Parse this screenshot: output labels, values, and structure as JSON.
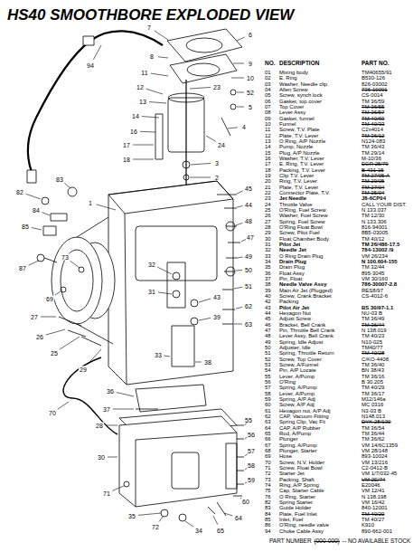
{
  "diagram": {
    "title": "HS40 SMOOTHBORE EXPLODED VIEW",
    "labels": [
      "NO.",
      "DESCRIPTION",
      "PART NO.",
      "01",
      "Mixing body",
      "TM40655/91",
      "02",
      "E. Ring",
      "B530-126",
      "03",
      "Washer, Needle clip",
      "826-03002",
      "04",
      "Allen Screw",
      "736-19001",
      "05",
      "Screw, synch lock",
      "CS-0014",
      "06",
      "Gasket, top cover",
      "TM 36/59",
      "07",
      "Top Cover",
      "TM 36/55",
      "08",
      "Lever Assy",
      "TM 36/57",
      "09",
      "Gasket, funnel",
      "TM 40/69",
      "10",
      "Funnel",
      "TM 40/33",
      "11",
      "Screw, T.V. Plate",
      "C2x4014",
      "12",
      "Plate, T.V. Lever",
      "TM 36/12",
      "13",
      "O Ring, A/P Nozzle",
      "N124-083",
      "14",
      "Pump, Nozzle",
      "TM 36/43",
      "15",
      "Plug, A/P Nozzle",
      "TM 29/14",
      "16",
      "Washer, T.V. Lever",
      "M-10/36",
      "17",
      "E. Ring, T.V. Lever",
      "EGR 25/79",
      "18",
      "Packing, T.V. Lever",
      "B-431-15",
      "19",
      "Clip T.V. Lever",
      "TM 27/05-A",
      "20",
      "Ring, T.V. Lever",
      "TM 29/05",
      "21",
      "Plate, T.V. Lever",
      "TM 27/04",
      "22",
      "Connector Plate, T.V.",
      "TM 35/04",
      "23",
      "Jet Needle",
      "J8-6CP04",
      "24",
      "Throttle Valve",
      "CALL YOUR DIST.",
      "25",
      "O'Ring, Fuel Screw",
      "N 133.037",
      "26",
      "Washer, Fuel Screw",
      "TM 12/30",
      "27",
      "Spring, Fuel Screw",
      "N 133.306",
      "28",
      "O'Ring Float Bowl",
      "816-94001",
      "29",
      "Screw, Pilot Fuel",
      "8B5-03005",
      "30",
      "Float Chamber Body",
      "TM 40/12",
      "31",
      "Pilot Jet",
      "TM 26/486-17.5",
      "32",
      "Needle Jet",
      "784-13002 /9",
      "33",
      "O Ring Drain Plug",
      "VM 26/234",
      "34",
      "Drain Plug",
      "N 100.604-155",
      "35",
      "Drain Plug",
      "TM 32/44",
      "36",
      "Float Assy",
      "895-3045",
      "37",
      "Pin, Float",
      "VM 30/160",
      "38",
      "Needle Valve Assy",
      "786-30007-2.8",
      "39",
      "Main Air Jet (Plugged)",
      "RES8/97",
      "40",
      "Screw, Crank Bracket",
      "CS-4012-6",
      "42",
      "Packing",
      "43",
      "Pilot Air Jet",
      "BS 30/97-1.1",
      "44",
      "Hexagon Nut",
      "NU-03 B",
      "45",
      "Adjust Screw",
      "TM 36/49",
      "46",
      "Bracket, Bell Crank",
      "TM 36/44",
      "47",
      "Pin, Throttle Bell Crank",
      "N 138.019",
      "48",
      "Lever Assy, Bell Crank",
      "TM 40/23",
      "49",
      "Spring, Idle Adjust",
      "N10-025",
      "50",
      "Adjuster, Idle",
      "TM40/77",
      "51",
      "Spring, Throttle Return",
      "TM 40/28",
      "52",
      "Screw, Top Cover",
      "C/KO-4408",
      "53",
      "Screw, A/Funnel",
      "TM 36/40",
      "54",
      "Pin, A/P Locate",
      "BN 38/43",
      "55",
      "Lever, A/Pump",
      "TM 36/16",
      "56",
      "O'Ring",
      "B 30.205",
      "57",
      "Spring, A/Pump",
      "TM 40/29",
      "58",
      "Lever, A/Pump",
      "TM 36/17",
      "59",
      "Spring, A/P Adj",
      "M12/146a",
      "60",
      "Screw, A/P Adj",
      "MC 0316",
      "61",
      "Hexagon nut, A/P Adj",
      "N3-03 B",
      "62",
      "CAP, Vacuum Fitting",
      "N148.013",
      "63",
      "Spring Clip, Vac Fit",
      "DYK 28/130",
      "64",
      "CAP, A/P Rubber",
      "TM 36/54",
      "65",
      "Rod, A/Pump",
      "TM 36/44",
      "66",
      "Plunger",
      "TM 36/62",
      "67",
      "Spring, A/Pump",
      "VM 14/6C1359",
      "68",
      "Plunger, Starter",
      "VM 28/148",
      "69",
      "Hose",
      "893-10024",
      "70",
      "Screw, N.V. Holder",
      "VM 13/216",
      "71",
      "Screw, Float Bowl",
      "C2-0412-B",
      "72",
      "Starter Jet",
      "VM 1/7/032-45",
      "73",
      "Packing, Shaft",
      "VM 2E/74",
      "74",
      "Ring, A/P Spring",
      "E20046",
      "75",
      "Cap, Starter Cable",
      "VM 12/41",
      "76",
      "O Ring, Starter",
      "N 138.198",
      "82",
      "Spring Starter",
      "VM 16/42",
      "83",
      "Guide Holder",
      "840-12001",
      "84",
      "Plate, Fuel Inlet",
      "TM 40/20",
      "85",
      "Inlet, Fuel",
      "TM 40/27",
      "86",
      "O'Ring, needle valve",
      "K910",
      "94",
      "Choke Cable Assy",
      "890-662-001",
      "PART NUMBER",
      "(000-000)",
      "-- NO AVAILABLE STOCK",
      "94",
      "7",
      "6",
      "9",
      "10",
      "8",
      "11",
      "12",
      "52",
      "5",
      "4",
      "13",
      "14",
      "16",
      "17",
      "18",
      "23",
      "24",
      "3",
      "2",
      "83",
      "82",
      "85",
      "84",
      "87",
      "1",
      "25",
      "26",
      "27",
      "29",
      "45",
      "44",
      "48",
      "47",
      "49",
      "50",
      "51",
      "62",
      "63",
      "32",
      "31",
      "43",
      "39",
      "33",
      "38",
      "36",
      "37",
      "28",
      "30",
      "71",
      "72",
      "34",
      "35",
      "55",
      "56",
      "57",
      "58",
      "59",
      "60",
      "64",
      "65",
      "70",
      "73",
      "69"
    ]
  }
}
